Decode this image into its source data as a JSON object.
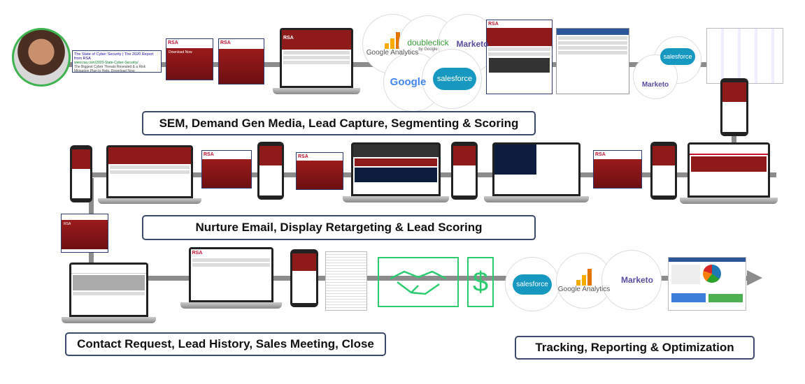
{
  "stages": {
    "stage1": "SEM, Demand Gen Media, Lead Capture, Segmenting & Scoring",
    "stage2": "Nurture Email, Display Retargeting & Lead Scoring",
    "stage3": "Contact Request, Lead History, Sales Meeting, Close",
    "stage4": "Tracking, Reporting & Optimization"
  },
  "search_ad": {
    "title": "The State of Cyber Security | The 2020 Report from RSA",
    "url": "www.rsa.com/2020-State-Cyber-Security/",
    "desc": "The Biggest Cyber Threats Revealed & a Risk Mitigation Plan to Help. Download Now"
  },
  "brand": "RSA",
  "cta": "Download Now",
  "logos": {
    "google_analytics": "Google Analytics",
    "doubleclick": "doubleclick",
    "doubleclick_sub": "by Google",
    "marketo": "Marketo",
    "google": "Google",
    "salesforce": "salesforce"
  },
  "dollar": "$",
  "colors": {
    "brand_red": "#8e1a1a",
    "connector": "#8c8c8c",
    "green": "#2ecc71",
    "salesforce": "#1798c1"
  }
}
